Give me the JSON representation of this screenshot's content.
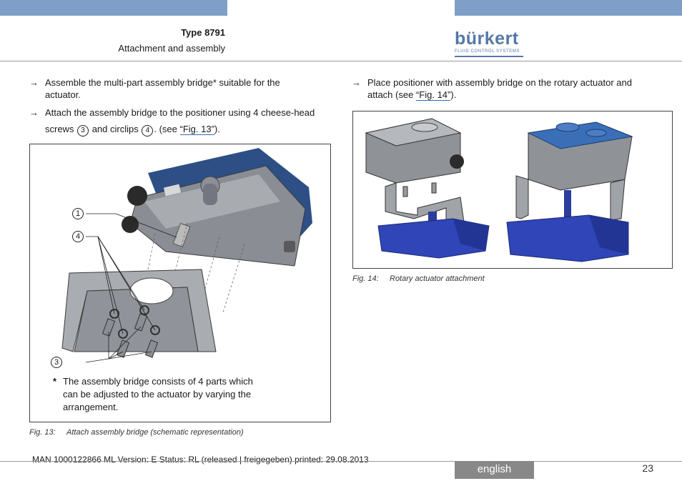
{
  "header": {
    "title": "Type 8791",
    "subtitle": "Attachment and assembly",
    "logo_word": "bürkert",
    "logo_tagline": "FLUID CONTROL SYSTEMS"
  },
  "left_column": {
    "step1": "Assemble the multi-part assembly bridge* suitable for the actuator.",
    "step2_part1": "Attach the assembly bridge to the positioner using 4 cheese-head screws",
    "step2_ref1": "3",
    "step2_part2": "and circlips",
    "step2_ref2": "4",
    "step2_part3": ". (see",
    "step2_link": "“Fig. 13”",
    "step2_part4": ")."
  },
  "figure13": {
    "callouts": [
      "1",
      "4",
      "3"
    ],
    "note_star": "*",
    "note": "The assembly bridge consists of 4 parts which can be adjusted to the actuator by varying the arrangement.",
    "caption_num": "Fig. 13:",
    "caption_text": "Attach assembly bridge (schematic representation)"
  },
  "right_column": {
    "step1_part1": "Place positioner with assembly bridge on the rotary actuator and attach (see",
    "step1_link": "“Fig. 14”",
    "step1_part2": ")."
  },
  "figure14": {
    "caption_num": "Fig. 14:",
    "caption_text": "Rotary actuator attachment"
  },
  "footer": {
    "doc_info": "MAN  1000122866  ML  Version: E Status: RL (released | freigegeben)  printed: 29.08.2013",
    "language": "english",
    "page_number": "23"
  },
  "colors": {
    "top_bar": "#7f9fc8",
    "brand_blue": "#5578a8",
    "footer_tab": "#888888"
  }
}
